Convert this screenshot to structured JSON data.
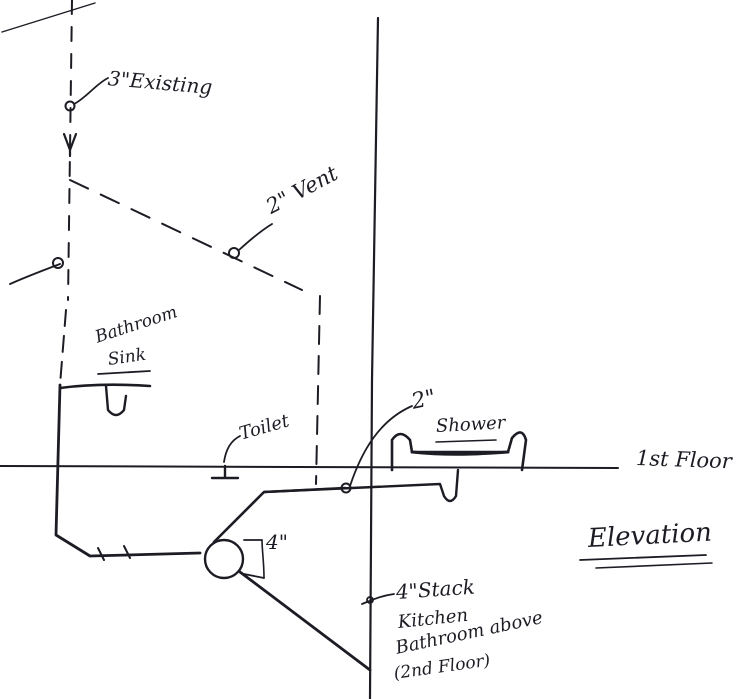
{
  "labels": {
    "existing": "3\"Existing",
    "vent": "2\" Vent",
    "bathroom": "Bathroom",
    "sink": "Sink",
    "toilet": "Toilet",
    "pipe_2": "2\"",
    "shower": "Shower",
    "first_floor": "1st Floor",
    "pipe_4": "4\"",
    "elevation": "Elevation",
    "stack": "4\"Stack",
    "kitchen": "Kitchen",
    "bathroom_above": "Bathroom above",
    "second_floor": "(2nd Floor)"
  }
}
